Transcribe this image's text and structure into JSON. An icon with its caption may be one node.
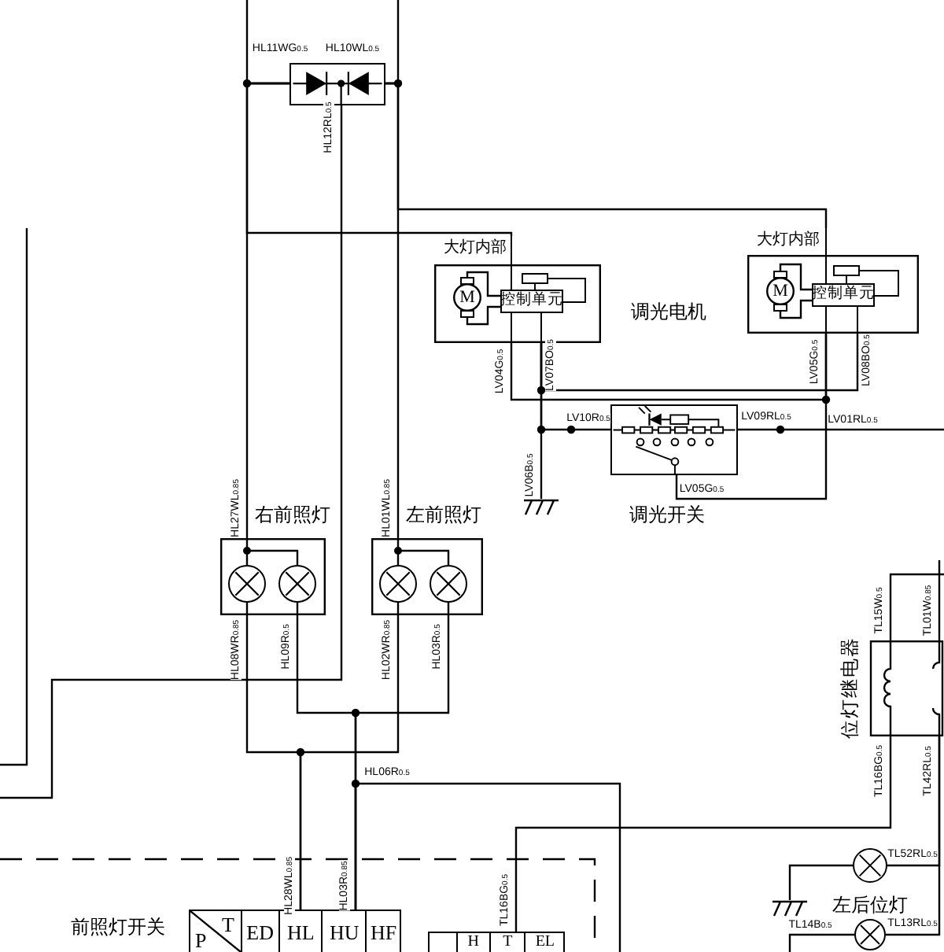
{
  "diagram": {
    "nodes": [
      {
        "text": [],
        "shape": "box"
      },
      {
        "text": [
          "大灯内部"
        ]
      },
      {
        "text": [
          "M"
        ],
        "in": 1
      },
      {
        "text": [
          "控制单元"
        ],
        "in": 1
      },
      {
        "text": [
          "大灯内部"
        ]
      },
      {
        "text": [
          "M"
        ],
        "in": 4
      },
      {
        "text": [
          "控制单元"
        ],
        "in": 4
      },
      {
        "text": [],
        "shape": "box"
      },
      {
        "text": [],
        "shape": "ground"
      },
      {
        "text": [
          "右前照灯"
        ]
      },
      {
        "text": [],
        "shape": "circle",
        "in": 9
      },
      {
        "text": [],
        "shape": "circle",
        "in": 9
      },
      {
        "text": [
          "左前照灯"
        ]
      },
      {
        "text": [],
        "shape": "circle",
        "in": 12
      },
      {
        "text": [],
        "shape": "circle",
        "in": 12
      },
      {
        "text": [
          "P",
          "T",
          "ED",
          "HL",
          "HU",
          "HF"
        ]
      },
      {
        "text": [
          "H",
          "T",
          "EL"
        ]
      },
      {
        "text": [
          "位灯继电器"
        ]
      },
      {
        "text": [],
        "shape": "circle",
        "beside": [
          "左后位灯"
        ]
      },
      {
        "text": [],
        "shape": "circle"
      },
      {
        "text": [],
        "shape": "ground"
      }
    ],
    "edges": [
      {
        "from": 0,
        "to": 9,
        "arrow": "none"
      },
      {
        "from": 0,
        "to": 12,
        "arrow": "none"
      },
      {
        "from": null,
        "to": 0,
        "arrow": "none"
      },
      {
        "from": null,
        "to": 0,
        "arrow": "none"
      },
      {
        "from": 0,
        "to": null,
        "arrow": "none"
      },
      {
        "from": 0,
        "to": 1,
        "arrow": "none"
      },
      {
        "from": 0,
        "to": 4,
        "arrow": "none"
      },
      {
        "from": 1,
        "to": 4,
        "arrow": "none"
      },
      {
        "from": 1,
        "to": 4,
        "arrow": "none"
      },
      {
        "from": 1,
        "to": 8,
        "arrow": "none"
      },
      {
        "from": 1,
        "to": 7,
        "arrow": "none"
      },
      {
        "from": 7,
        "to": null,
        "arrow": "none"
      },
      {
        "from": 7,
        "to": 4,
        "arrow": "none"
      },
      {
        "from": 9,
        "to": 15,
        "arrow": "none"
      },
      {
        "from": 12,
        "to": 15,
        "arrow": "none"
      },
      {
        "from": 9,
        "to": 15,
        "arrow": "none"
      },
      {
        "from": 12,
        "to": 15,
        "arrow": "none"
      },
      {
        "from": 15,
        "to": null,
        "arrow": "none"
      },
      {
        "from": 17,
        "to": 16,
        "arrow": "none"
      },
      {
        "from": 17,
        "to": null,
        "arrow": "none"
      },
      {
        "from": 17,
        "to": null,
        "arrow": "none"
      },
      {
        "from": 17,
        "to": 18,
        "arrow": "none"
      },
      {
        "from": 17,
        "to": 19,
        "arrow": "none"
      },
      {
        "from": 18,
        "to": 20,
        "arrow": "none"
      },
      {
        "from": 19,
        "to": null,
        "arrow": "none"
      },
      {
        "from": 2,
        "to": 3,
        "arrow": "none"
      },
      {
        "from": 2,
        "to": 3,
        "arrow": "none"
      },
      {
        "from": 5,
        "to": 6,
        "arrow": "none"
      },
      {
        "from": 5,
        "to": 6,
        "arrow": "none"
      },
      {
        "from": 10,
        "to": 11,
        "arrow": "none"
      },
      {
        "from": 13,
        "to": 14,
        "arrow": "none"
      }
    ],
    "labels": [
      "HL11WG$_{0.5}$",
      "HL10WL$_{0.5}$",
      "HL12RL$_{0.5}$",
      "调光电机",
      "LV04G$_{0.5}$",
      "LV07BO$_{0.5}$",
      "LV05G$_{0.5}$",
      "LV08BO$_{0.5}$",
      "LV10R$_{0.5}$",
      "LV09RL$_{0.5}$",
      "LV01RL$_{0.5}$",
      "LV06B$_{0.5}$",
      "LV05G$_{0.5}$",
      "调光开关",
      "HL27WL$_{0.85}$",
      "HL01WL$_{0.85}$",
      "HL08WR$_{0.85}$",
      "HL09R$_{0.5}$",
      "HL02WR$_{0.85}$",
      "HL03R$_{0.5}$",
      "HL06R$_{0.5}$",
      "HL28WL$_{0.85}$",
      "HL03R$_{0.85}$",
      "前照灯开关",
      "TL16BG$_{0.5}$",
      "TL15W$_{0.5}$",
      "TL01W$_{0.85}$",
      "TL16BG$_{0.5}$",
      "TL42RL$_{0.5}$",
      "TL52RL$_{0.5}$",
      "TL14B$_{0.5}$",
      "TL13RL$_{0.5}$"
    ]
  }
}
